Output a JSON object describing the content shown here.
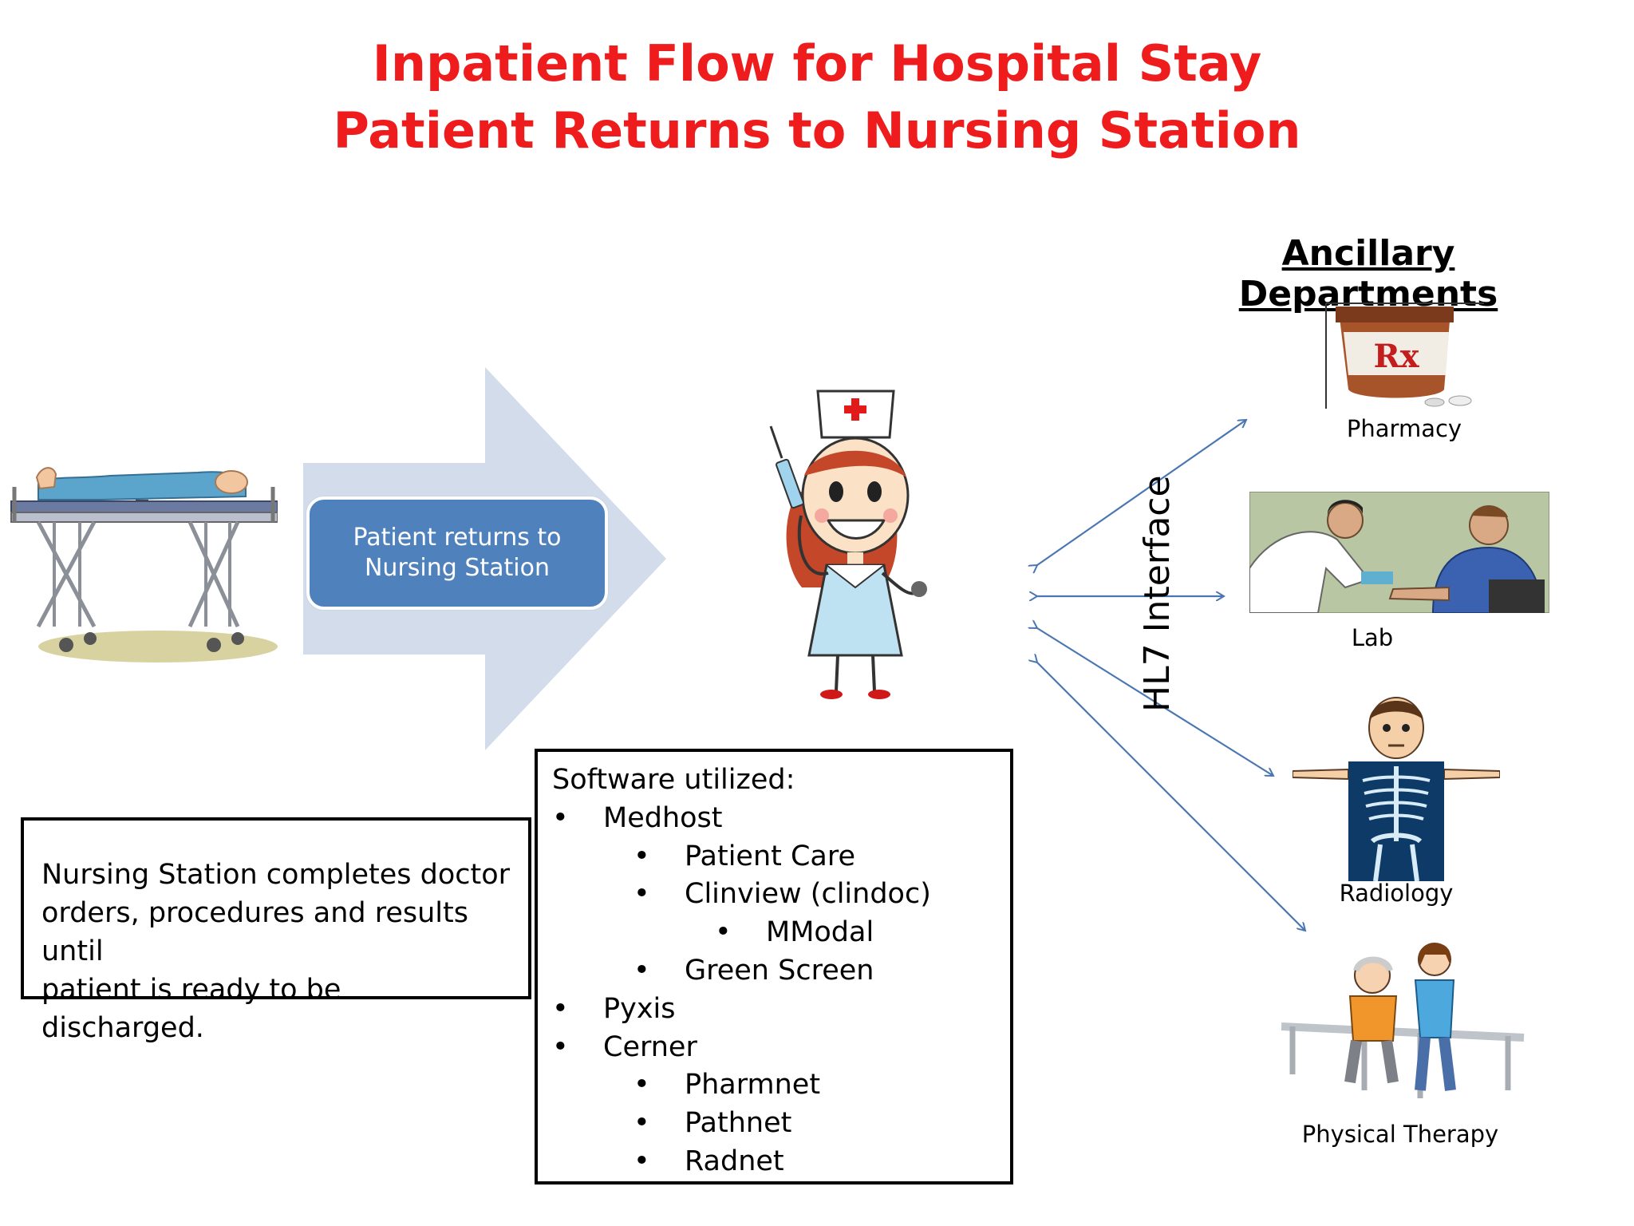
{
  "title": {
    "line1": "Inpatient Flow for Hospital Stay",
    "line2": "Patient Returns to Nursing Station"
  },
  "colors": {
    "title_red": "#ee1c1c",
    "process_blue": "#4f81bd",
    "arrow_light": "#d3dcea",
    "connector_blue": "#4a76b3"
  },
  "process_step": {
    "line1": "Patient returns to",
    "line2": "Nursing Station"
  },
  "info_box": {
    "line1": "Nursing Station completes doctor",
    "line2": "orders, procedures and results until",
    "line3": "patient is ready to be discharged."
  },
  "software": {
    "heading": "Software utilized:",
    "bullet": "•",
    "items": [
      {
        "text": "Medhost",
        "level": 1
      },
      {
        "text": "Patient Care",
        "level": 2
      },
      {
        "text": "Clinview  (clindoc)",
        "level": 2
      },
      {
        "text": "MModal",
        "level": 3
      },
      {
        "text": "Green Screen",
        "level": 2
      },
      {
        "text": "Pyxis",
        "level": 1
      },
      {
        "text": "Cerner",
        "level": 1
      },
      {
        "text": "Pharmnet",
        "level": 2
      },
      {
        "text": "Pathnet",
        "level": 2
      },
      {
        "text": "Radnet",
        "level": 2
      }
    ]
  },
  "interface_label": "HL7 Interface",
  "ancillary": {
    "heading": "Ancillary Departments",
    "departments": [
      {
        "label": "Pharmacy",
        "icon": "pharmacy-bottle-icon"
      },
      {
        "label": "Lab",
        "icon": "lab-blood-draw-icon"
      },
      {
        "label": "Radiology",
        "icon": "radiology-xray-icon"
      },
      {
        "label": "Physical Therapy",
        "icon": "physical-therapy-icon"
      }
    ]
  },
  "illustrations": {
    "patient": "patient-on-stretcher-icon",
    "nurse": "nurse-with-syringe-icon",
    "rx_mark": "Rx"
  }
}
